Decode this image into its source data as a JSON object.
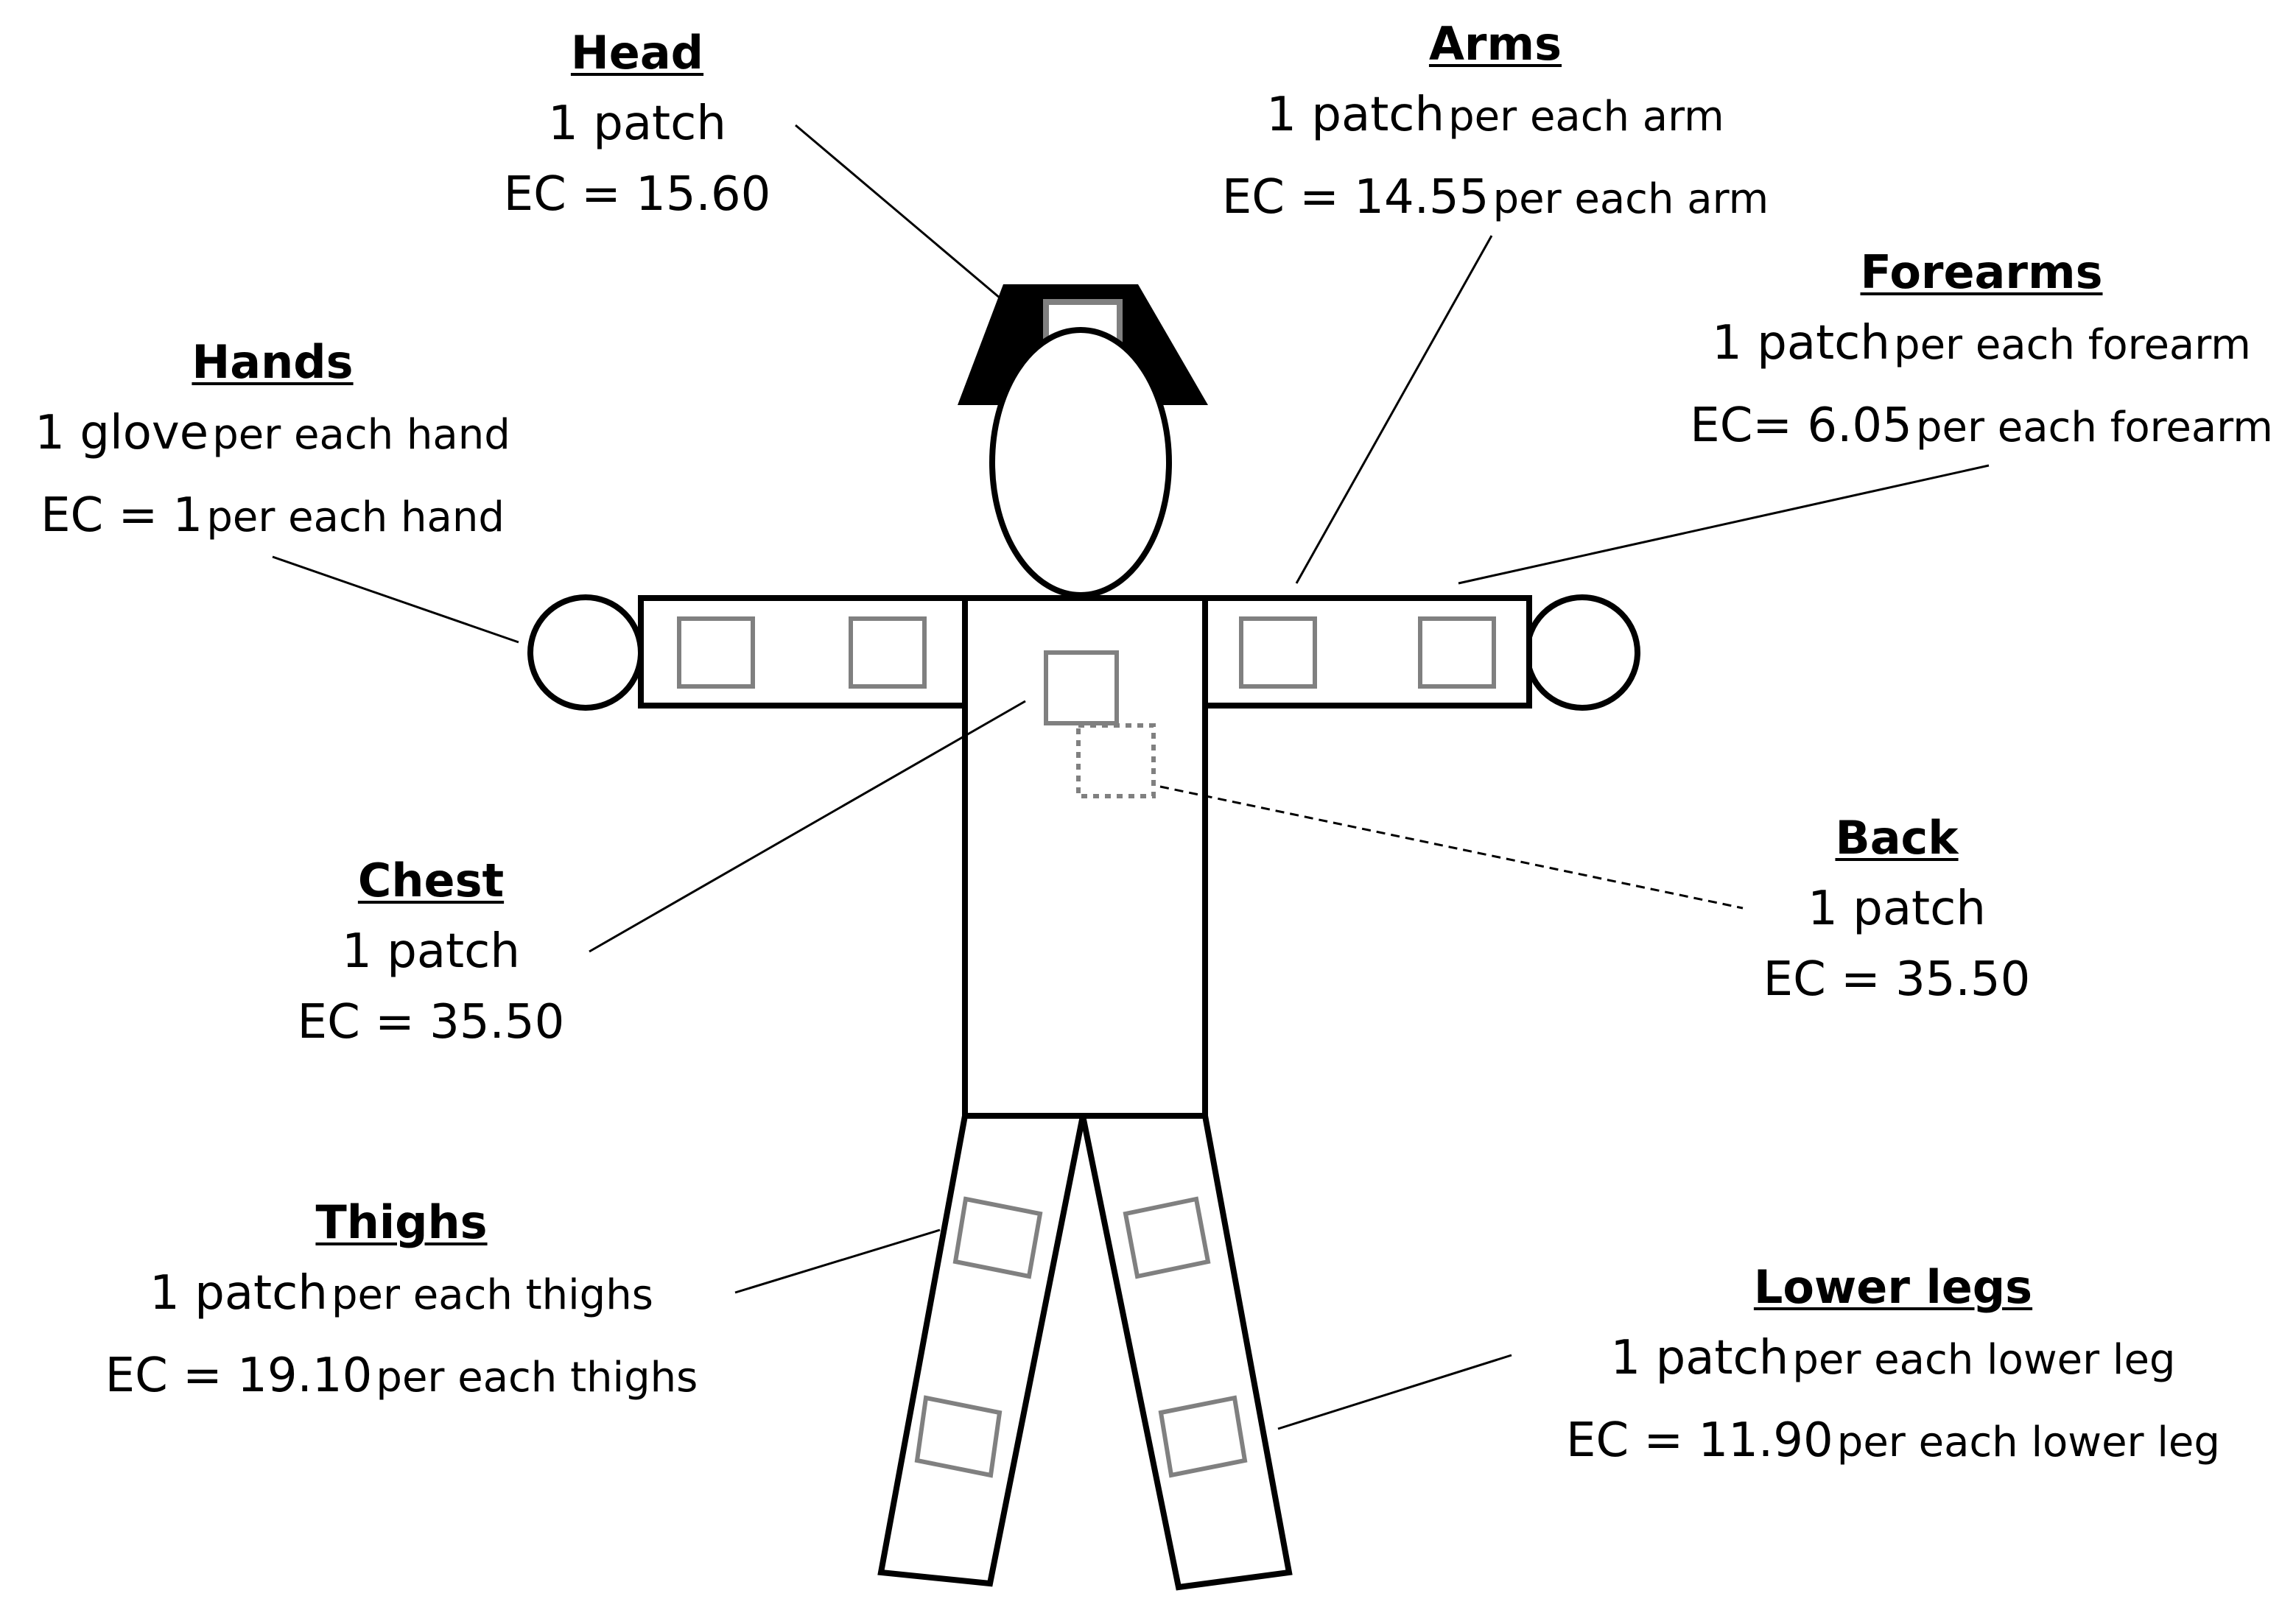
{
  "labels": {
    "head": {
      "title": "Head",
      "l1a": "1 patch",
      "l1b": "",
      "l2a": "EC = 15.60",
      "l2b": ""
    },
    "arms": {
      "title": "Arms",
      "l1a": "1 patch",
      "l1b": "per each arm",
      "l2a": "EC = 14.55",
      "l2b": "per each arm"
    },
    "forearms": {
      "title": "Forearms",
      "l1a": "1 patch",
      "l1b": "per each forearm",
      "l2a": "EC= 6.05",
      "l2b": "per each forearm"
    },
    "hands": {
      "title": "Hands",
      "l1a": "1 glove",
      "l1b": "per each hand",
      "l2a": "EC = 1",
      "l2b": "per each hand"
    },
    "chest": {
      "title": "Chest",
      "l1a": "1 patch",
      "l1b": "",
      "l2a": "EC = 35.50",
      "l2b": ""
    },
    "back": {
      "title": "Back",
      "l1a": "1 patch",
      "l1b": "",
      "l2a": "EC = 35.50",
      "l2b": ""
    },
    "thighs": {
      "title": "Thighs",
      "l1a": "1 patch",
      "l1b": "per each thighs",
      "l2a": "EC = 19.10",
      "l2b": "per each thighs"
    },
    "lowerlegs": {
      "title": "Lower legs",
      "l1a": "1 patch",
      "l1b": "per each lower leg",
      "l2a": "EC = 11.90",
      "l2b": "per each lower leg"
    }
  },
  "colors": {
    "outline": "#000000",
    "patch": "#808080"
  }
}
